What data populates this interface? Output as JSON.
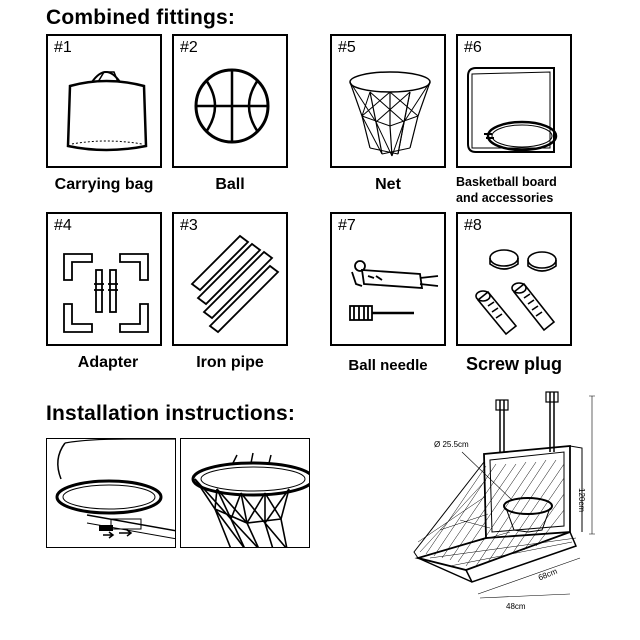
{
  "headings": {
    "fittings": "Combined fittings:",
    "installation": "Installation instructions:"
  },
  "items": [
    {
      "num": "#1",
      "label": "Carrying bag",
      "icon": "carrying-bag-icon"
    },
    {
      "num": "#2",
      "label": "Ball",
      "icon": "basketball-icon"
    },
    {
      "num": "#5",
      "label": "Net",
      "icon": "net-icon"
    },
    {
      "num": "#6",
      "label": "Basketball board\nand accessories",
      "icon": "backboard-icon"
    },
    {
      "num": "#4",
      "label": "Adapter",
      "icon": "adapter-icon"
    },
    {
      "num": "#3",
      "label": "Iron pipe",
      "icon": "iron-pipe-icon"
    },
    {
      "num": "#7",
      "label": "Ball needle",
      "icon": "pump-needle-icon"
    },
    {
      "num": "#8",
      "label": "Screw plug",
      "icon": "screw-plug-icon"
    }
  ],
  "dimensions": {
    "rim_diameter": "Ø 25.5cm",
    "height": "120cm",
    "depth": "68cm",
    "width": "48cm"
  }
}
